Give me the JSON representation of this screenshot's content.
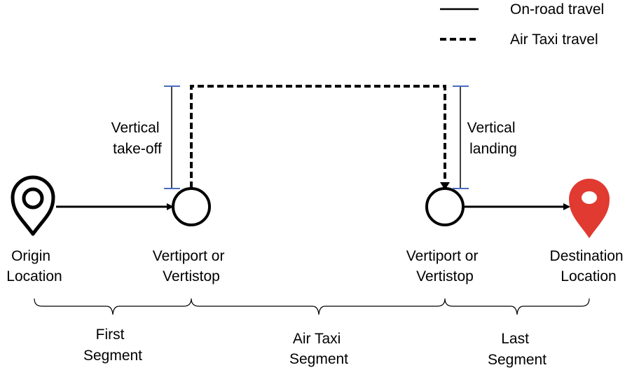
{
  "legend": {
    "solid_label": "On-road travel",
    "dashed_label": "Air Taxi travel"
  },
  "labels": {
    "origin": [
      "Origin",
      "Location"
    ],
    "vertiport_left": [
      "Vertiport or",
      "Vertistop"
    ],
    "vertiport_right": [
      "Vertiport or",
      "Vertistop"
    ],
    "destination": [
      "Destination",
      "Location"
    ],
    "takeoff": [
      "Vertical",
      "take-off"
    ],
    "landing": [
      "Vertical",
      "landing"
    ]
  },
  "segments": {
    "first": [
      "First",
      "Segment"
    ],
    "air": [
      "Air Taxi",
      "Segment"
    ],
    "last": [
      "Last",
      "Segment"
    ]
  },
  "colors": {
    "destination_pin": "#e03a31",
    "height_marker": "#4a6cc0",
    "line": "#000000"
  },
  "icons": {
    "origin": "map-pin-outline-icon",
    "destination": "map-pin-filled-icon"
  }
}
